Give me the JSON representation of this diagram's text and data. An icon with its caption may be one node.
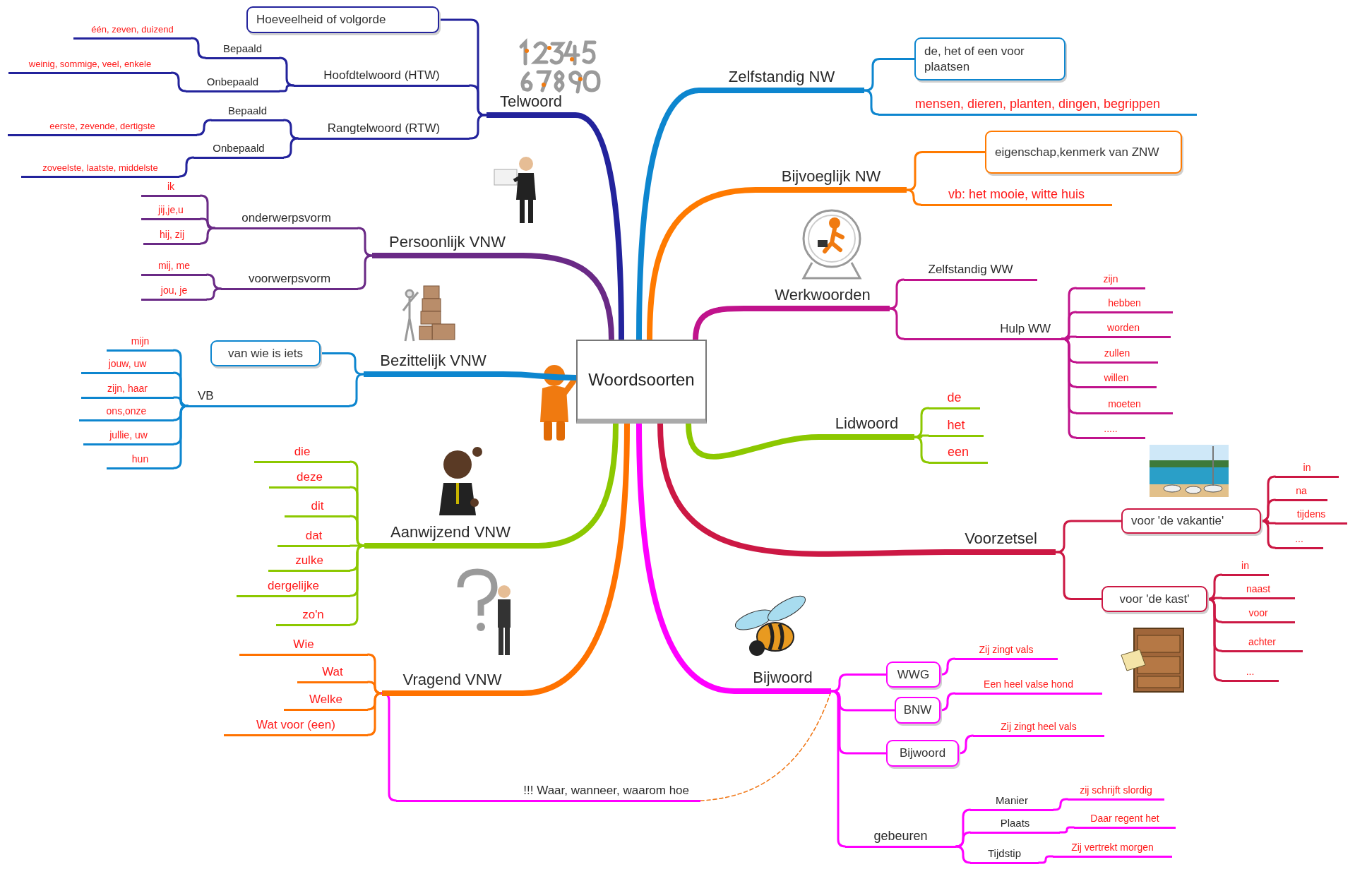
{
  "diagram": {
    "nodes": [
      {
        "text": [
          "Woordsoorten"
        ]
      },
      {
        "text": [
          "Telwoord"
        ]
      },
      {
        "text": [
          "Hoeveelheid of volgorde"
        ]
      },
      {
        "text": [
          "Hoofdtelwoord (HTW)"
        ]
      },
      {
        "text": [
          "Bepaald"
        ]
      },
      {
        "text": [
          "één, zeven, duizend"
        ]
      },
      {
        "text": [
          "Onbepaald"
        ]
      },
      {
        "text": [
          "weinig, sommige, veel, enkele"
        ]
      },
      {
        "text": [
          "Rangtelwoord (RTW)"
        ]
      },
      {
        "text": [
          "Bepaald"
        ]
      },
      {
        "text": [
          "eerste, zevende, dertigste"
        ]
      },
      {
        "text": [
          "Onbepaald"
        ]
      },
      {
        "text": [
          "zoveelste, laatste, middelste"
        ]
      },
      {
        "text": [
          "Persoonlijk VNW"
        ]
      },
      {
        "text": [
          "onderwerpsvorm"
        ]
      },
      {
        "text": [
          "ik"
        ]
      },
      {
        "text": [
          "jij,je,u"
        ]
      },
      {
        "text": [
          "hij, zij"
        ]
      },
      {
        "text": [
          "voorwerpsvorm"
        ]
      },
      {
        "text": [
          "mij, me"
        ]
      },
      {
        "text": [
          "jou, je"
        ]
      },
      {
        "text": [
          "Bezittelijk VNW"
        ]
      },
      {
        "text": [
          "van wie is iets"
        ]
      },
      {
        "text": [
          "VB"
        ]
      },
      {
        "text": [
          "mijn"
        ]
      },
      {
        "text": [
          "jouw, uw"
        ]
      },
      {
        "text": [
          "zijn, haar"
        ]
      },
      {
        "text": [
          "ons,onze"
        ]
      },
      {
        "text": [
          "jullie, uw"
        ]
      },
      {
        "text": [
          "hun"
        ]
      },
      {
        "text": [
          "Aanwijzend VNW"
        ]
      },
      {
        "text": [
          "die"
        ]
      },
      {
        "text": [
          "deze"
        ]
      },
      {
        "text": [
          "dit"
        ]
      },
      {
        "text": [
          "dat"
        ]
      },
      {
        "text": [
          "zulke"
        ]
      },
      {
        "text": [
          "dergelijke"
        ]
      },
      {
        "text": [
          "zo'n"
        ]
      },
      {
        "text": [
          "Vragend VNW"
        ]
      },
      {
        "text": [
          "Wie"
        ]
      },
      {
        "text": [
          "Wat"
        ]
      },
      {
        "text": [
          "Welke"
        ]
      },
      {
        "text": [
          "Wat voor (een)"
        ]
      },
      {
        "text": [
          "!!! Waar, wanneer, waarom hoe"
        ]
      },
      {
        "text": [
          "Zelfstandig NW"
        ]
      },
      {
        "text": [
          "de, het of een voor plaatsen"
        ]
      },
      {
        "text": [
          "mensen, dieren, planten, dingen, begrippen"
        ]
      },
      {
        "text": [
          "Bijvoeglijk NW"
        ]
      },
      {
        "text": [
          "eigenschap,kenmerk van ZNW"
        ]
      },
      {
        "text": [
          "vb: het mooie, witte huis"
        ]
      },
      {
        "text": [
          "Werkwoorden"
        ]
      },
      {
        "text": [
          "Zelfstandig WW"
        ]
      },
      {
        "text": [
          "Hulp WW"
        ]
      },
      {
        "text": [
          "zijn"
        ]
      },
      {
        "text": [
          "hebben"
        ]
      },
      {
        "text": [
          "worden"
        ]
      },
      {
        "text": [
          "zullen"
        ]
      },
      {
        "text": [
          "willen"
        ]
      },
      {
        "text": [
          "moeten"
        ]
      },
      {
        "text": [
          "....."
        ]
      },
      {
        "text": [
          "Lidwoord"
        ]
      },
      {
        "text": [
          "de"
        ]
      },
      {
        "text": [
          "het"
        ]
      },
      {
        "text": [
          "een"
        ]
      },
      {
        "text": [
          "Voorzetsel"
        ]
      },
      {
        "text": [
          "voor 'de vakantie'"
        ]
      },
      {
        "text": [
          "in"
        ]
      },
      {
        "text": [
          "na"
        ]
      },
      {
        "text": [
          "tijdens"
        ]
      },
      {
        "text": [
          "..."
        ]
      },
      {
        "text": [
          "voor 'de kast'"
        ]
      },
      {
        "text": [
          "in"
        ]
      },
      {
        "text": [
          "naast"
        ]
      },
      {
        "text": [
          "voor"
        ]
      },
      {
        "text": [
          "achter"
        ]
      },
      {
        "text": [
          "..."
        ]
      },
      {
        "text": [
          "Bijwoord"
        ]
      },
      {
        "text": [
          "WWG"
        ]
      },
      {
        "text": [
          "Zij zingt vals"
        ]
      },
      {
        "text": [
          "BNW"
        ]
      },
      {
        "text": [
          "Een heel valse hond"
        ]
      },
      {
        "text": [
          "Bijwoord"
        ]
      },
      {
        "text": [
          "Zij zingt heel vals"
        ]
      },
      {
        "text": [
          "gebeuren"
        ]
      },
      {
        "text": [
          "Manier"
        ]
      },
      {
        "text": [
          "zij schrijft slordig"
        ]
      },
      {
        "text": [
          "Plaats"
        ]
      },
      {
        "text": [
          "Daar regent het"
        ]
      },
      {
        "text": [
          "Tijdstip"
        ]
      },
      {
        "text": [
          "Zij vertrekt morgen"
        ]
      }
    ],
    "edges": [
      {
        "from": 0,
        "to": 1,
        "arrow": "none",
        "style": "thick",
        "color": "#23239c"
      },
      {
        "from": 1,
        "to": 2,
        "arrow": "none",
        "color": "#23239c"
      },
      {
        "from": 1,
        "to": 3,
        "arrow": "none",
        "color": "#23239c"
      },
      {
        "from": 3,
        "to": 4,
        "arrow": "none",
        "color": "#23239c"
      },
      {
        "from": 4,
        "to": 5,
        "arrow": "none",
        "color": "#23239c"
      },
      {
        "from": 3,
        "to": 6,
        "arrow": "none",
        "color": "#23239c"
      },
      {
        "from": 6,
        "to": 7,
        "arrow": "none",
        "color": "#23239c"
      },
      {
        "from": 1,
        "to": 8,
        "arrow": "none",
        "color": "#23239c"
      },
      {
        "from": 8,
        "to": 9,
        "arrow": "none",
        "color": "#23239c"
      },
      {
        "from": 9,
        "to": 10,
        "arrow": "none",
        "color": "#23239c"
      },
      {
        "from": 8,
        "to": 11,
        "arrow": "none",
        "color": "#23239c"
      },
      {
        "from": 11,
        "to": 12,
        "arrow": "none",
        "color": "#23239c"
      },
      {
        "from": 0,
        "to": 13,
        "arrow": "none",
        "style": "thick",
        "color": "#6a2a86"
      },
      {
        "from": 13,
        "to": 14,
        "arrow": "none",
        "color": "#6a2a86"
      },
      {
        "from": 14,
        "to": 15,
        "arrow": "none",
        "color": "#6a2a86"
      },
      {
        "from": 14,
        "to": 16,
        "arrow": "none",
        "color": "#6a2a86"
      },
      {
        "from": 14,
        "to": 17,
        "arrow": "none",
        "color": "#6a2a86"
      },
      {
        "from": 13,
        "to": 18,
        "arrow": "none",
        "color": "#6a2a86"
      },
      {
        "from": 18,
        "to": 19,
        "arrow": "none",
        "color": "#6a2a86"
      },
      {
        "from": 18,
        "to": 20,
        "arrow": "none",
        "color": "#6a2a86"
      },
      {
        "from": 0,
        "to": 21,
        "arrow": "none",
        "style": "thick",
        "color": "#0d86cf"
      },
      {
        "from": 21,
        "to": 22,
        "arrow": "none",
        "color": "#0d86cf"
      },
      {
        "from": 21,
        "to": 23,
        "arrow": "none",
        "color": "#0d86cf"
      },
      {
        "from": 23,
        "to": 24,
        "arrow": "none",
        "color": "#0d86cf"
      },
      {
        "from": 23,
        "to": 25,
        "arrow": "none",
        "color": "#0d86cf"
      },
      {
        "from": 23,
        "to": 26,
        "arrow": "none",
        "color": "#0d86cf"
      },
      {
        "from": 23,
        "to": 27,
        "arrow": "none",
        "color": "#0d86cf"
      },
      {
        "from": 23,
        "to": 28,
        "arrow": "none",
        "color": "#0d86cf"
      },
      {
        "from": 23,
        "to": 29,
        "arrow": "none",
        "color": "#0d86cf"
      },
      {
        "from": 0,
        "to": 30,
        "arrow": "none",
        "style": "thick",
        "color": "#8cc800"
      },
      {
        "from": 30,
        "to": 31,
        "arrow": "none",
        "color": "#8cc800"
      },
      {
        "from": 30,
        "to": 32,
        "arrow": "none",
        "color": "#8cc800"
      },
      {
        "from": 30,
        "to": 33,
        "arrow": "none",
        "color": "#8cc800"
      },
      {
        "from": 30,
        "to": 34,
        "arrow": "none",
        "color": "#8cc800"
      },
      {
        "from": 30,
        "to": 35,
        "arrow": "none",
        "color": "#8cc800"
      },
      {
        "from": 30,
        "to": 36,
        "arrow": "none",
        "color": "#8cc800"
      },
      {
        "from": 30,
        "to": 37,
        "arrow": "none",
        "color": "#8cc800"
      },
      {
        "from": 0,
        "to": 38,
        "arrow": "none",
        "style": "thick",
        "color": "#ff7200"
      },
      {
        "from": 38,
        "to": 39,
        "arrow": "none",
        "color": "#ff7200"
      },
      {
        "from": 38,
        "to": 40,
        "arrow": "none",
        "color": "#ff7200"
      },
      {
        "from": 38,
        "to": 41,
        "arrow": "none",
        "color": "#ff7200"
      },
      {
        "from": 38,
        "to": 42,
        "arrow": "none",
        "color": "#ff7200"
      },
      {
        "from": 38,
        "to": 43,
        "arrow": "none",
        "color": "#ff00ff"
      },
      {
        "from": 0,
        "to": 44,
        "arrow": "none",
        "style": "thick",
        "color": "#0d86cf"
      },
      {
        "from": 44,
        "to": 45,
        "arrow": "none",
        "color": "#0d86cf"
      },
      {
        "from": 44,
        "to": 46,
        "arrow": "none",
        "color": "#0d86cf"
      },
      {
        "from": 0,
        "to": 47,
        "arrow": "none",
        "style": "thick",
        "color": "#ff7a00"
      },
      {
        "from": 47,
        "to": 48,
        "arrow": "none",
        "color": "#ff7a00"
      },
      {
        "from": 47,
        "to": 49,
        "arrow": "none",
        "color": "#ff7a00"
      },
      {
        "from": 0,
        "to": 50,
        "arrow": "none",
        "style": "thick",
        "color": "#c0138c"
      },
      {
        "from": 50,
        "to": 51,
        "arrow": "none",
        "color": "#c0138c"
      },
      {
        "from": 50,
        "to": 52,
        "arrow": "none",
        "color": "#c0138c"
      },
      {
        "from": 52,
        "to": 53,
        "arrow": "none",
        "color": "#c0138c"
      },
      {
        "from": 52,
        "to": 54,
        "arrow": "none",
        "color": "#c0138c"
      },
      {
        "from": 52,
        "to": 55,
        "arrow": "none",
        "color": "#c0138c"
      },
      {
        "from": 52,
        "to": 56,
        "arrow": "none",
        "color": "#c0138c"
      },
      {
        "from": 52,
        "to": 57,
        "arrow": "none",
        "color": "#c0138c"
      },
      {
        "from": 52,
        "to": 58,
        "arrow": "none",
        "color": "#c0138c"
      },
      {
        "from": 52,
        "to": 59,
        "arrow": "none",
        "color": "#c0138c"
      },
      {
        "from": 0,
        "to": 60,
        "arrow": "none",
        "style": "thick",
        "color": "#8cc800"
      },
      {
        "from": 60,
        "to": 61,
        "arrow": "none",
        "color": "#8cc800"
      },
      {
        "from": 60,
        "to": 62,
        "arrow": "none",
        "color": "#8cc800"
      },
      {
        "from": 60,
        "to": 63,
        "arrow": "none",
        "color": "#8cc800"
      },
      {
        "from": 0,
        "to": 64,
        "arrow": "none",
        "style": "thick",
        "color": "#cc1844"
      },
      {
        "from": 64,
        "to": 65,
        "arrow": "none",
        "color": "#cc1844"
      },
      {
        "from": 65,
        "to": 66,
        "arrow": "none",
        "color": "#cc1844"
      },
      {
        "from": 65,
        "to": 67,
        "arrow": "none",
        "color": "#cc1844"
      },
      {
        "from": 65,
        "to": 68,
        "arrow": "none",
        "color": "#cc1844"
      },
      {
        "from": 65,
        "to": 69,
        "arrow": "none",
        "color": "#cc1844"
      },
      {
        "from": 64,
        "to": 70,
        "arrow": "none",
        "color": "#cc1844"
      },
      {
        "from": 70,
        "to": 71,
        "arrow": "none",
        "color": "#cc1844"
      },
      {
        "from": 70,
        "to": 72,
        "arrow": "none",
        "color": "#cc1844"
      },
      {
        "from": 70,
        "to": 73,
        "arrow": "none",
        "color": "#cc1844"
      },
      {
        "from": 70,
        "to": 74,
        "arrow": "none",
        "color": "#cc1844"
      },
      {
        "from": 70,
        "to": 75,
        "arrow": "none",
        "color": "#cc1844"
      },
      {
        "from": 0,
        "to": 76,
        "arrow": "none",
        "style": "thick",
        "color": "#ff00ff"
      },
      {
        "from": 76,
        "to": 77,
        "arrow": "none",
        "color": "#ff00ff"
      },
      {
        "from": 77,
        "to": 78,
        "arrow": "none",
        "color": "#ff00ff"
      },
      {
        "from": 76,
        "to": 79,
        "arrow": "none",
        "color": "#ff00ff"
      },
      {
        "from": 79,
        "to": 80,
        "arrow": "none",
        "color": "#ff00ff"
      },
      {
        "from": 76,
        "to": 81,
        "arrow": "none",
        "color": "#ff00ff"
      },
      {
        "from": 81,
        "to": 82,
        "arrow": "none",
        "color": "#ff00ff"
      },
      {
        "from": 76,
        "to": 83,
        "arrow": "none",
        "color": "#ff00ff"
      },
      {
        "from": 83,
        "to": 84,
        "arrow": "none",
        "color": "#ff00ff"
      },
      {
        "from": 84,
        "to": 85,
        "arrow": "none",
        "color": "#ff00ff"
      },
      {
        "from": 83,
        "to": 86,
        "arrow": "none",
        "color": "#ff00ff"
      },
      {
        "from": 86,
        "to": 87,
        "arrow": "none",
        "color": "#ff00ff"
      },
      {
        "from": 83,
        "to": 88,
        "arrow": "none",
        "color": "#ff00ff"
      },
      {
        "from": 88,
        "to": 89,
        "arrow": "none",
        "color": "#ff00ff"
      },
      {
        "from": 43,
        "to": 76,
        "arrow": "none",
        "style": "dashed",
        "color": "#f07818"
      }
    ]
  }
}
